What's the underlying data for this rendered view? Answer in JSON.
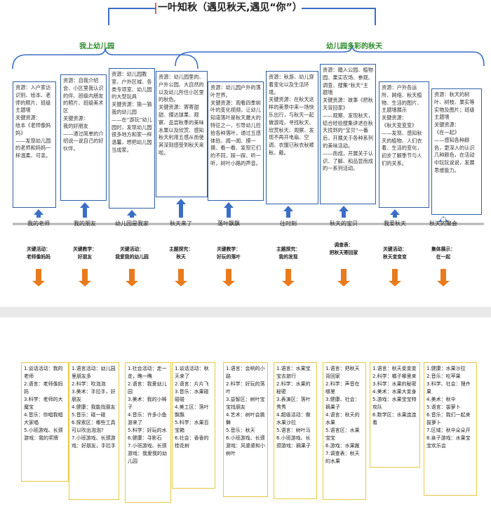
{
  "title": "一叶知秋（遇见秋天,遇见“你”）",
  "branches": {
    "left": "我上幼儿园",
    "right": "幼儿园多彩的秋天"
  },
  "colors": {
    "card_border": "#2d5fa6",
    "up_arrow": "#3a6ec6",
    "down_arrow": "#e87b1e",
    "timeline": "#b3b3b3",
    "yellow_border": "#e8c840",
    "branch_text": "#2e8b2e"
  },
  "cards": [
    [
      "资源：入户家访识别、绘本、老师的照片、班级主题墙",
      "关键资源：",
      "绘本《老师像妈妈》",
      "——发现幼儿园的老师和妈妈一样温柔、可亲。"
    ],
    [
      "资源：自我介绍会、小区里我认识的伴、班级内朋友的照片、班级美术区",
      "关键资源：",
      "我的好朋友",
      "——通过简单的介绍说一说自己的好伙伴。"
    ],
    [
      "资源：幼儿园教室、户外区域、各类专项室、幼儿园的大型玩具",
      "关键资源：猜一猜我的幼儿园",
      "——在“游玩”幼儿园时，发现幼儿园很多地方和家一样温馨，想把幼儿园当成家。"
    ],
    [
      "资源：幼儿园里的、户外公园、大自然的以及幼儿所住小区里的秋色。",
      "关键资源：寄寄甜甜、摘达球果、观察、品尝秋季的美味水果以及欣赏、感知秋天利用五感从而使其深刻感受到秋天来啦。"
    ],
    [
      "资源：幼儿园户外的落叶世界。",
      "关键资源：观看四季树叶的变化视频，让幼儿知道落叶是秋天最大的特征之一，引导幼儿捡拾各种落叶，通过五感体验、闻一闻、摸一摸、看一看、发现它们的不同，踩一踩、听一听，树叶小路的声音。"
    ],
    [
      "资源：秋游、幼儿穿着变化以及生活环境。",
      "关键资源：在秋天这样的美景中来一场快乐出行，与秋天一起做游戏，寻找秋天、欣赏秋天、观察、发现不再开电扇、空调、衣服已秋衣秋裤秋、戴。"
    ],
    [
      "资源：踏入公园、植物园、果实农场、参观、调查、搜集“秋天”主题墙",
      "关键资源：故事《把秋天背回家》",
      "——观察、发现秋天，结合经验搜集讲述在秋天找到的“宝贝”一番后，开展关于各种系列的美味活动。",
      "——而成，开展关于认识、了解、和品尝而成的一系列活动。"
    ],
    [
      "资源：户外各运所、网络、秋天植物、生活的图片、主题墙展示",
      "关键资源：",
      "《秋天变变变》",
      "——发现、感知秋天的植物、人们衣着、生活的变化，初步了解季节与人们的关系。"
    ],
    [
      "资源：秋天的树叶、树枝、果实等实物及图片；班级主题墙",
      "关键资源：",
      "《在一起》",
      "——感知各种颜色，更深入的认识几种颜色，在活动中玩玩说说，发展思维能力。"
    ]
  ],
  "nodes": [
    "我的老师",
    "我的朋友",
    "幼儿园是我家",
    "秋天来了",
    "落叶飘飘",
    "往时刻",
    "秋天的宝贝",
    "我爱秋天",
    "秋天的聚会"
  ],
  "activities": [
    [
      "关键活动：",
      "老师像妈妈"
    ],
    [
      "关键教学：",
      "好朋友"
    ],
    [
      "关键活动：",
      "我爱我的幼儿园"
    ],
    [
      "主题探究：",
      "秋天"
    ],
    [
      "关键教学：",
      "好玩的落叶"
    ],
    [
      "主题探究：",
      "我的发现"
    ],
    [
      "调查表：",
      "把秋天寄回家"
    ],
    [
      "关键活动：",
      "秋天变变变"
    ],
    [
      "集体展示：",
      "在一起"
    ]
  ],
  "boxes": [
    [
      "1.谈话活动：我的老师",
      "2.语言：老师像妈妈",
      "3.科学：老师的大魔宝",
      "4.音乐：你唱我唱大家唱",
      "5.小班游戏、长颈游戏：我的奖牌"
    ],
    [
      "1.语言活动：幼儿园里朋友多",
      "2.科学：吹泡泡",
      "3.美术：手拉手，好朋友",
      "4.健康：我能找朋友",
      "5.音乐：碰一碰",
      "6.探索区：哪些工具可以吹出泡泡?",
      "7.小班游戏、长颈游戏：好朋友，手拉手"
    ],
    [
      "1.社会活动：走一走，瞧一瞧",
      "2.语言：我爱幼儿园",
      "3.美术：我的小椅子",
      "4.音乐：许多小鱼游来了",
      "5.科学：好玩的水",
      "6.健康：寻影石",
      "7.小班游戏、长颈游戏：我爱我的幼儿园"
    ],
    [
      "1.谈话活动：秋天来了",
      "2.语言：片片飞",
      "3.音乐：水果碰碰碰",
      "4.美工区：落叶飘飘",
      "5.科学：水果百宝箱",
      "6.社会：香香的桂花树"
    ],
    [
      "1.语言：会响的小路",
      "2.科学：好玩的落叶",
      "3.益智区：树叶宝宝找朋友",
      "4.艺术：树叶会跳舞",
      "5.音乐：秋天",
      "6.小班游戏、长颈游戏：风婆婆和小树叶"
    ],
    [
      "1.语言：水果宝宝去旅行",
      "2.科学：水果的秘密",
      "3.表演区：落叶秀秀",
      "4.超级活动：做水果沙拉",
      "5.语言：树叶马",
      "6.小班游戏、长颈游戏：摘果子"
    ],
    [
      "1.语言：把秋天背回家",
      "2.科学：声音在哪里",
      "3.健康、社会：摘果子",
      "4.语言：秋天的水果",
      "5.语言区：水果宝宝",
      "6.游戏：水果搬",
      "7.调查表：秋天的水果"
    ],
    [
      "1.语言：秋天变变变",
      "2.科学：橘子哪里来",
      "3.科学：水果的秘密",
      "4.美术：水果大变身",
      "5.游戏：水果宝宝特攻队",
      "6.数学区：水果连连看"
    ],
    [
      "1.健康：水果沙拉",
      "2.音乐：吃苹果",
      "3.科学、社会：理卉果",
      "4.美术：秋伞",
      "5.语言：拔萝卜",
      "6.音乐：我们一起来拔萝卜",
      "7.区域：秋伞朵朵开",
      "8.亲子游戏：水果宝宝欢乐会"
    ]
  ]
}
